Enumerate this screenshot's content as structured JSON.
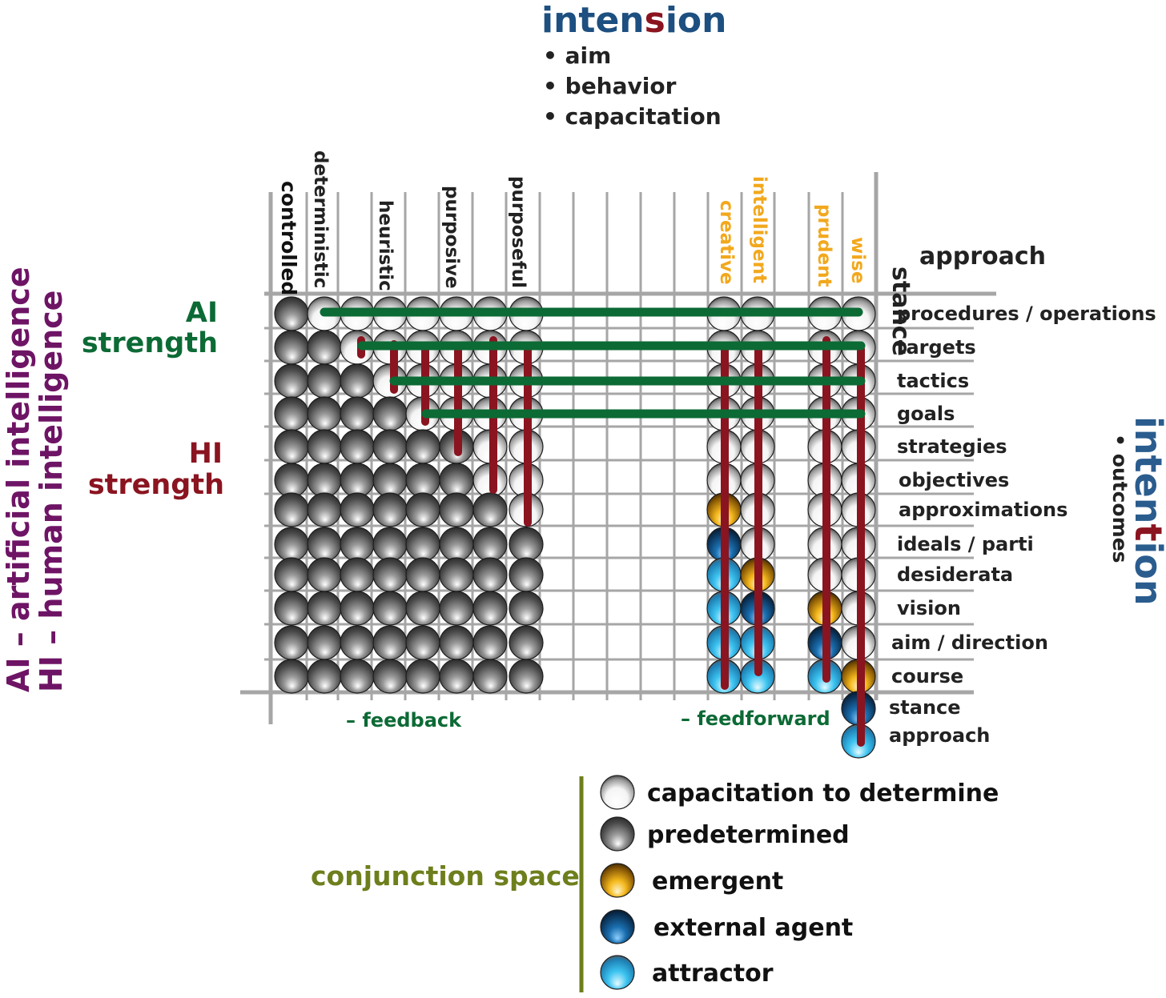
{
  "title": {
    "prefix": "inten",
    "highlight": "s",
    "suffix": "ion",
    "items": [
      "aim",
      "behavior",
      "capacitation"
    ]
  },
  "intention": {
    "prefix": "inten",
    "highlight": "t",
    "suffix": "ion",
    "item": "outcomes"
  },
  "side_labels": {
    "ai_line": "AI  – artificial intelligence",
    "hi_line": "HI  – human intelligence",
    "ai_strength_1": "AI",
    "ai_strength_2": "strength",
    "hi_strength_1": "HI",
    "hi_strength_2": "strength"
  },
  "columns": [
    "controlled",
    "deterministic",
    "",
    "heuristic",
    "",
    "purposive",
    "",
    "purposeful",
    "",
    "",
    "",
    "",
    "",
    "creative",
    "intelligent",
    "",
    "prudent",
    "wise"
  ],
  "stance_label": "stance",
  "approach_label": "approach",
  "rows": [
    "procedures / operations",
    "targets",
    "tactics",
    "goals",
    "strategies",
    "objectives",
    "approximations",
    "ideals / parti",
    "desiderata",
    "vision",
    "aim / direction",
    "course"
  ],
  "extra_rows": [
    "stance",
    "approach"
  ],
  "feedback_label": "– feedback",
  "feedforward_label": "– feedforward",
  "legend": {
    "title": "conjunction space",
    "items": [
      {
        "label": "capacitation to determine",
        "kind": "white"
      },
      {
        "label": "predetermined",
        "kind": "gray"
      },
      {
        "label": "emergent",
        "kind": "gold"
      },
      {
        "label": "external agent",
        "kind": "navy"
      },
      {
        "label": "attractor",
        "kind": "cyan"
      }
    ]
  },
  "colors": {
    "blue": "#1d4f80",
    "red": "#8a1420",
    "green": "#0c6a35",
    "purple": "#6e1465",
    "orange": "#f2a81d",
    "olive": "#6d7f1c",
    "grid": "#a6a6a6"
  }
}
